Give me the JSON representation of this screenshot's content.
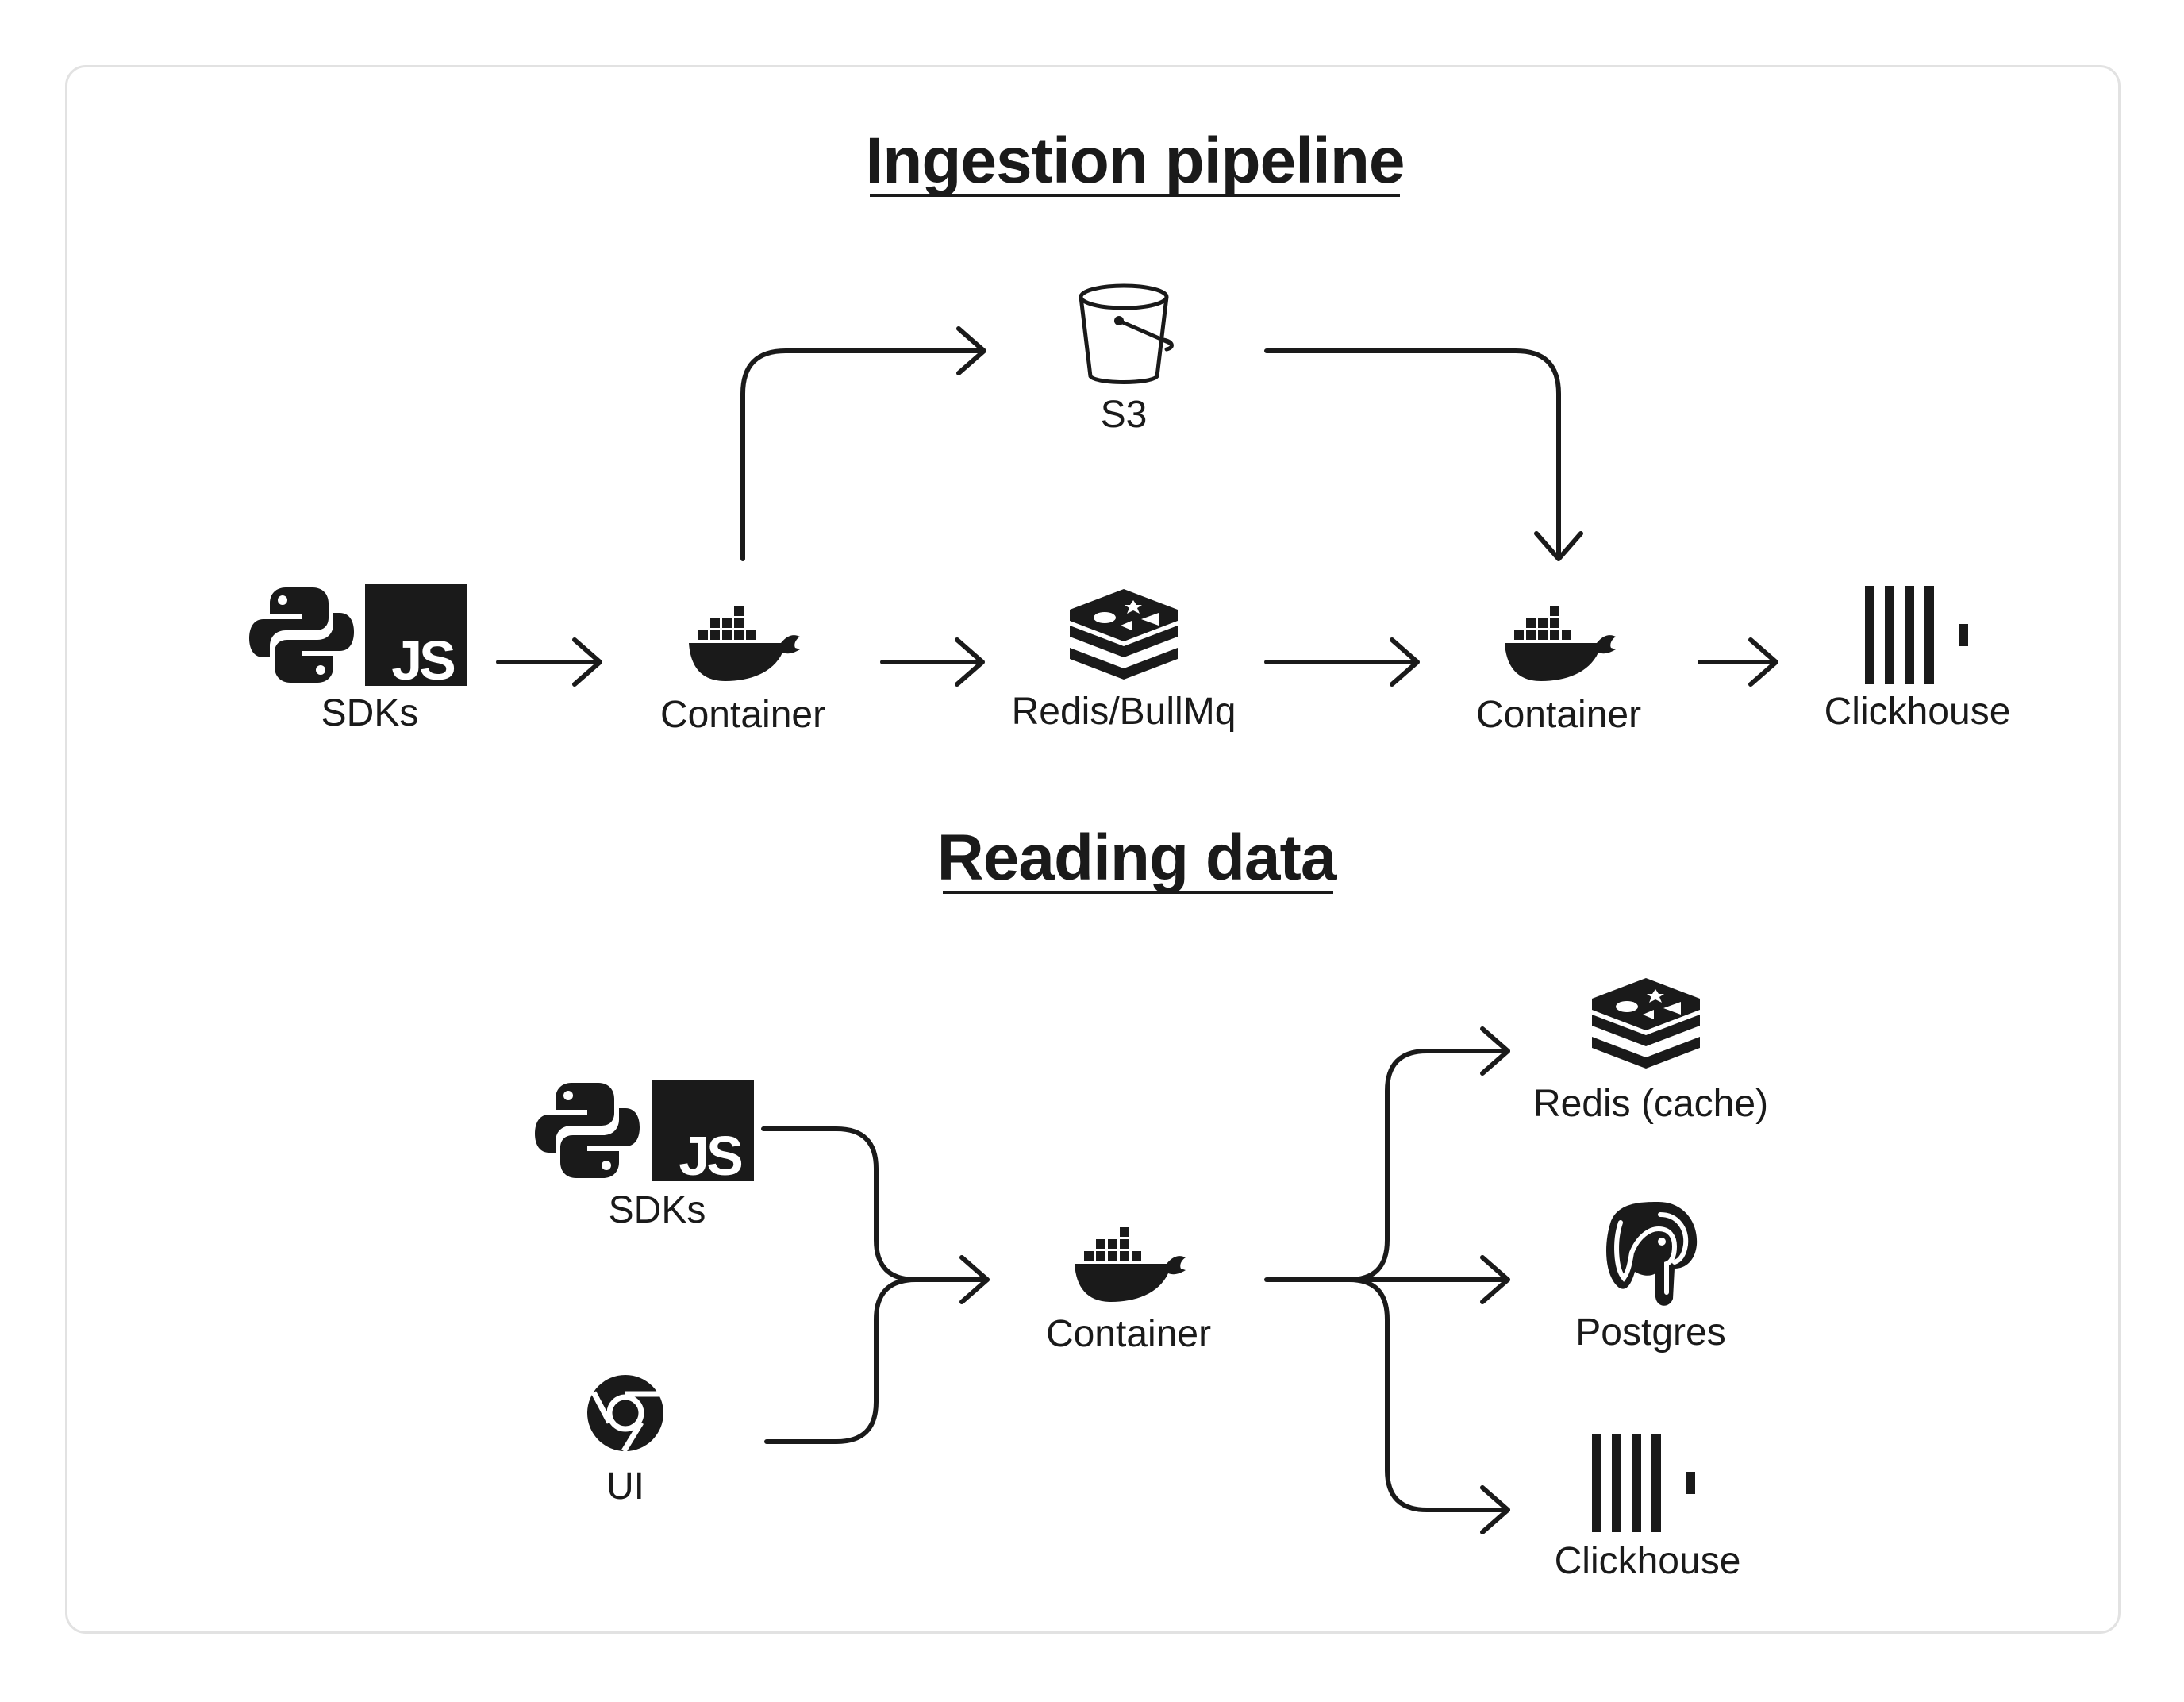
{
  "ingestion": {
    "title": "Ingestion pipeline",
    "sdks_label": "SDKs",
    "container1_label": "Container",
    "s3_label": "S3",
    "redis_label": "Redis/BullMq",
    "container2_label": "Container",
    "clickhouse_label": "Clickhouse"
  },
  "reading": {
    "title": "Reading data",
    "sdks_label": "SDKs",
    "ui_label": "UI",
    "container_label": "Container",
    "redis_label": "Redis (cache)",
    "postgres_label": "Postgres",
    "clickhouse_label": "Clickhouse"
  },
  "icons": {
    "python": "python-icon",
    "javascript": "javascript-icon",
    "docker": "docker-icon",
    "bucket": "s3-bucket-icon",
    "redis": "redis-icon",
    "clickhouse": "clickhouse-icon",
    "postgres": "postgres-icon",
    "chrome": "chrome-icon"
  },
  "colors": {
    "ink": "#1a1a1a",
    "card_border": "#e2e2e2",
    "background": "#ffffff"
  }
}
